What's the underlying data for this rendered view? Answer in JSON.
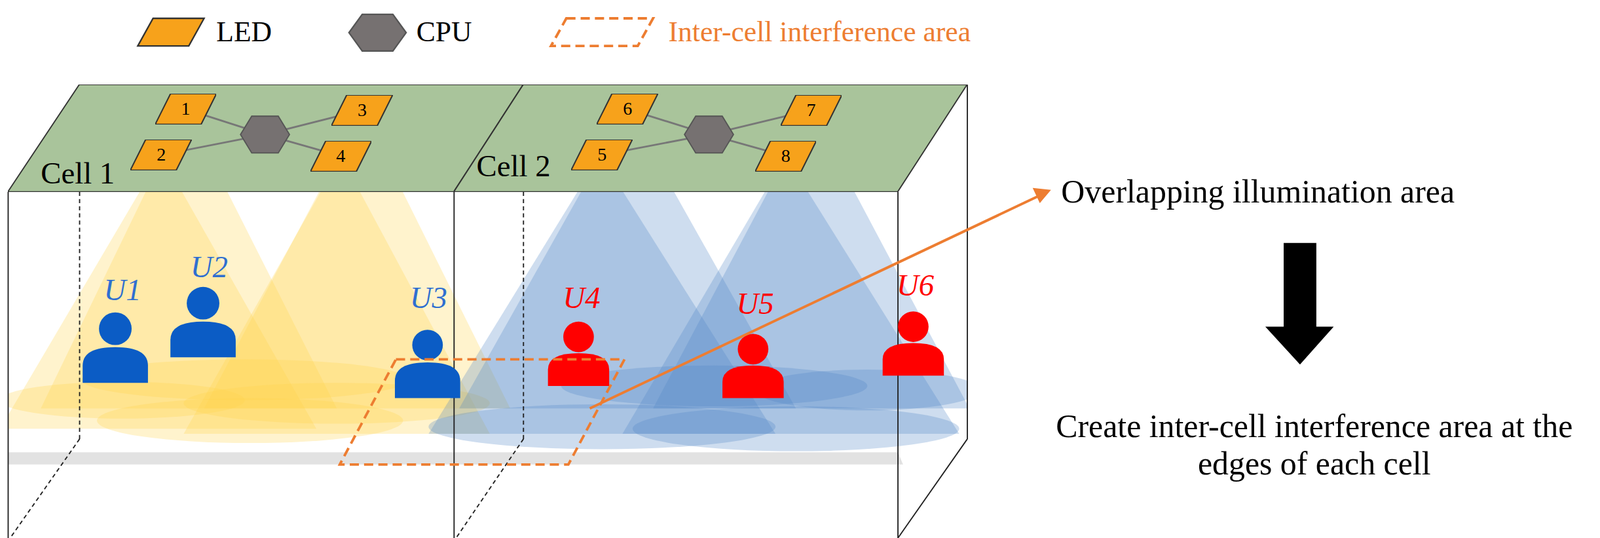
{
  "diagram": {
    "nodes": [
      {
        "text": [
          "Cell 1"
        ]
      },
      {
        "text": [
          "1"
        ],
        "in": 0
      },
      {
        "text": [
          "2"
        ],
        "in": 0
      },
      {
        "text": [
          "3"
        ],
        "in": 0
      },
      {
        "text": [
          "4"
        ],
        "in": 0
      },
      {
        "text": [
          "Cell 2"
        ]
      },
      {
        "text": [
          "5"
        ],
        "in": 5
      },
      {
        "text": [
          "6"
        ],
        "in": 5
      },
      {
        "text": [
          "7"
        ],
        "in": 5
      },
      {
        "text": [
          "8"
        ],
        "in": 5
      }
    ],
    "labels": [
      "U1",
      "U2",
      "U3",
      "U4",
      "U5",
      "U6",
      "Overlapping illumination area",
      "Create inter-cell interference area at the edges of each cell"
    ],
    "legend": [
      {
        "text": "LED"
      },
      {
        "text": "CPU"
      },
      {
        "text": "Inter-cell interference area"
      }
    ]
  }
}
